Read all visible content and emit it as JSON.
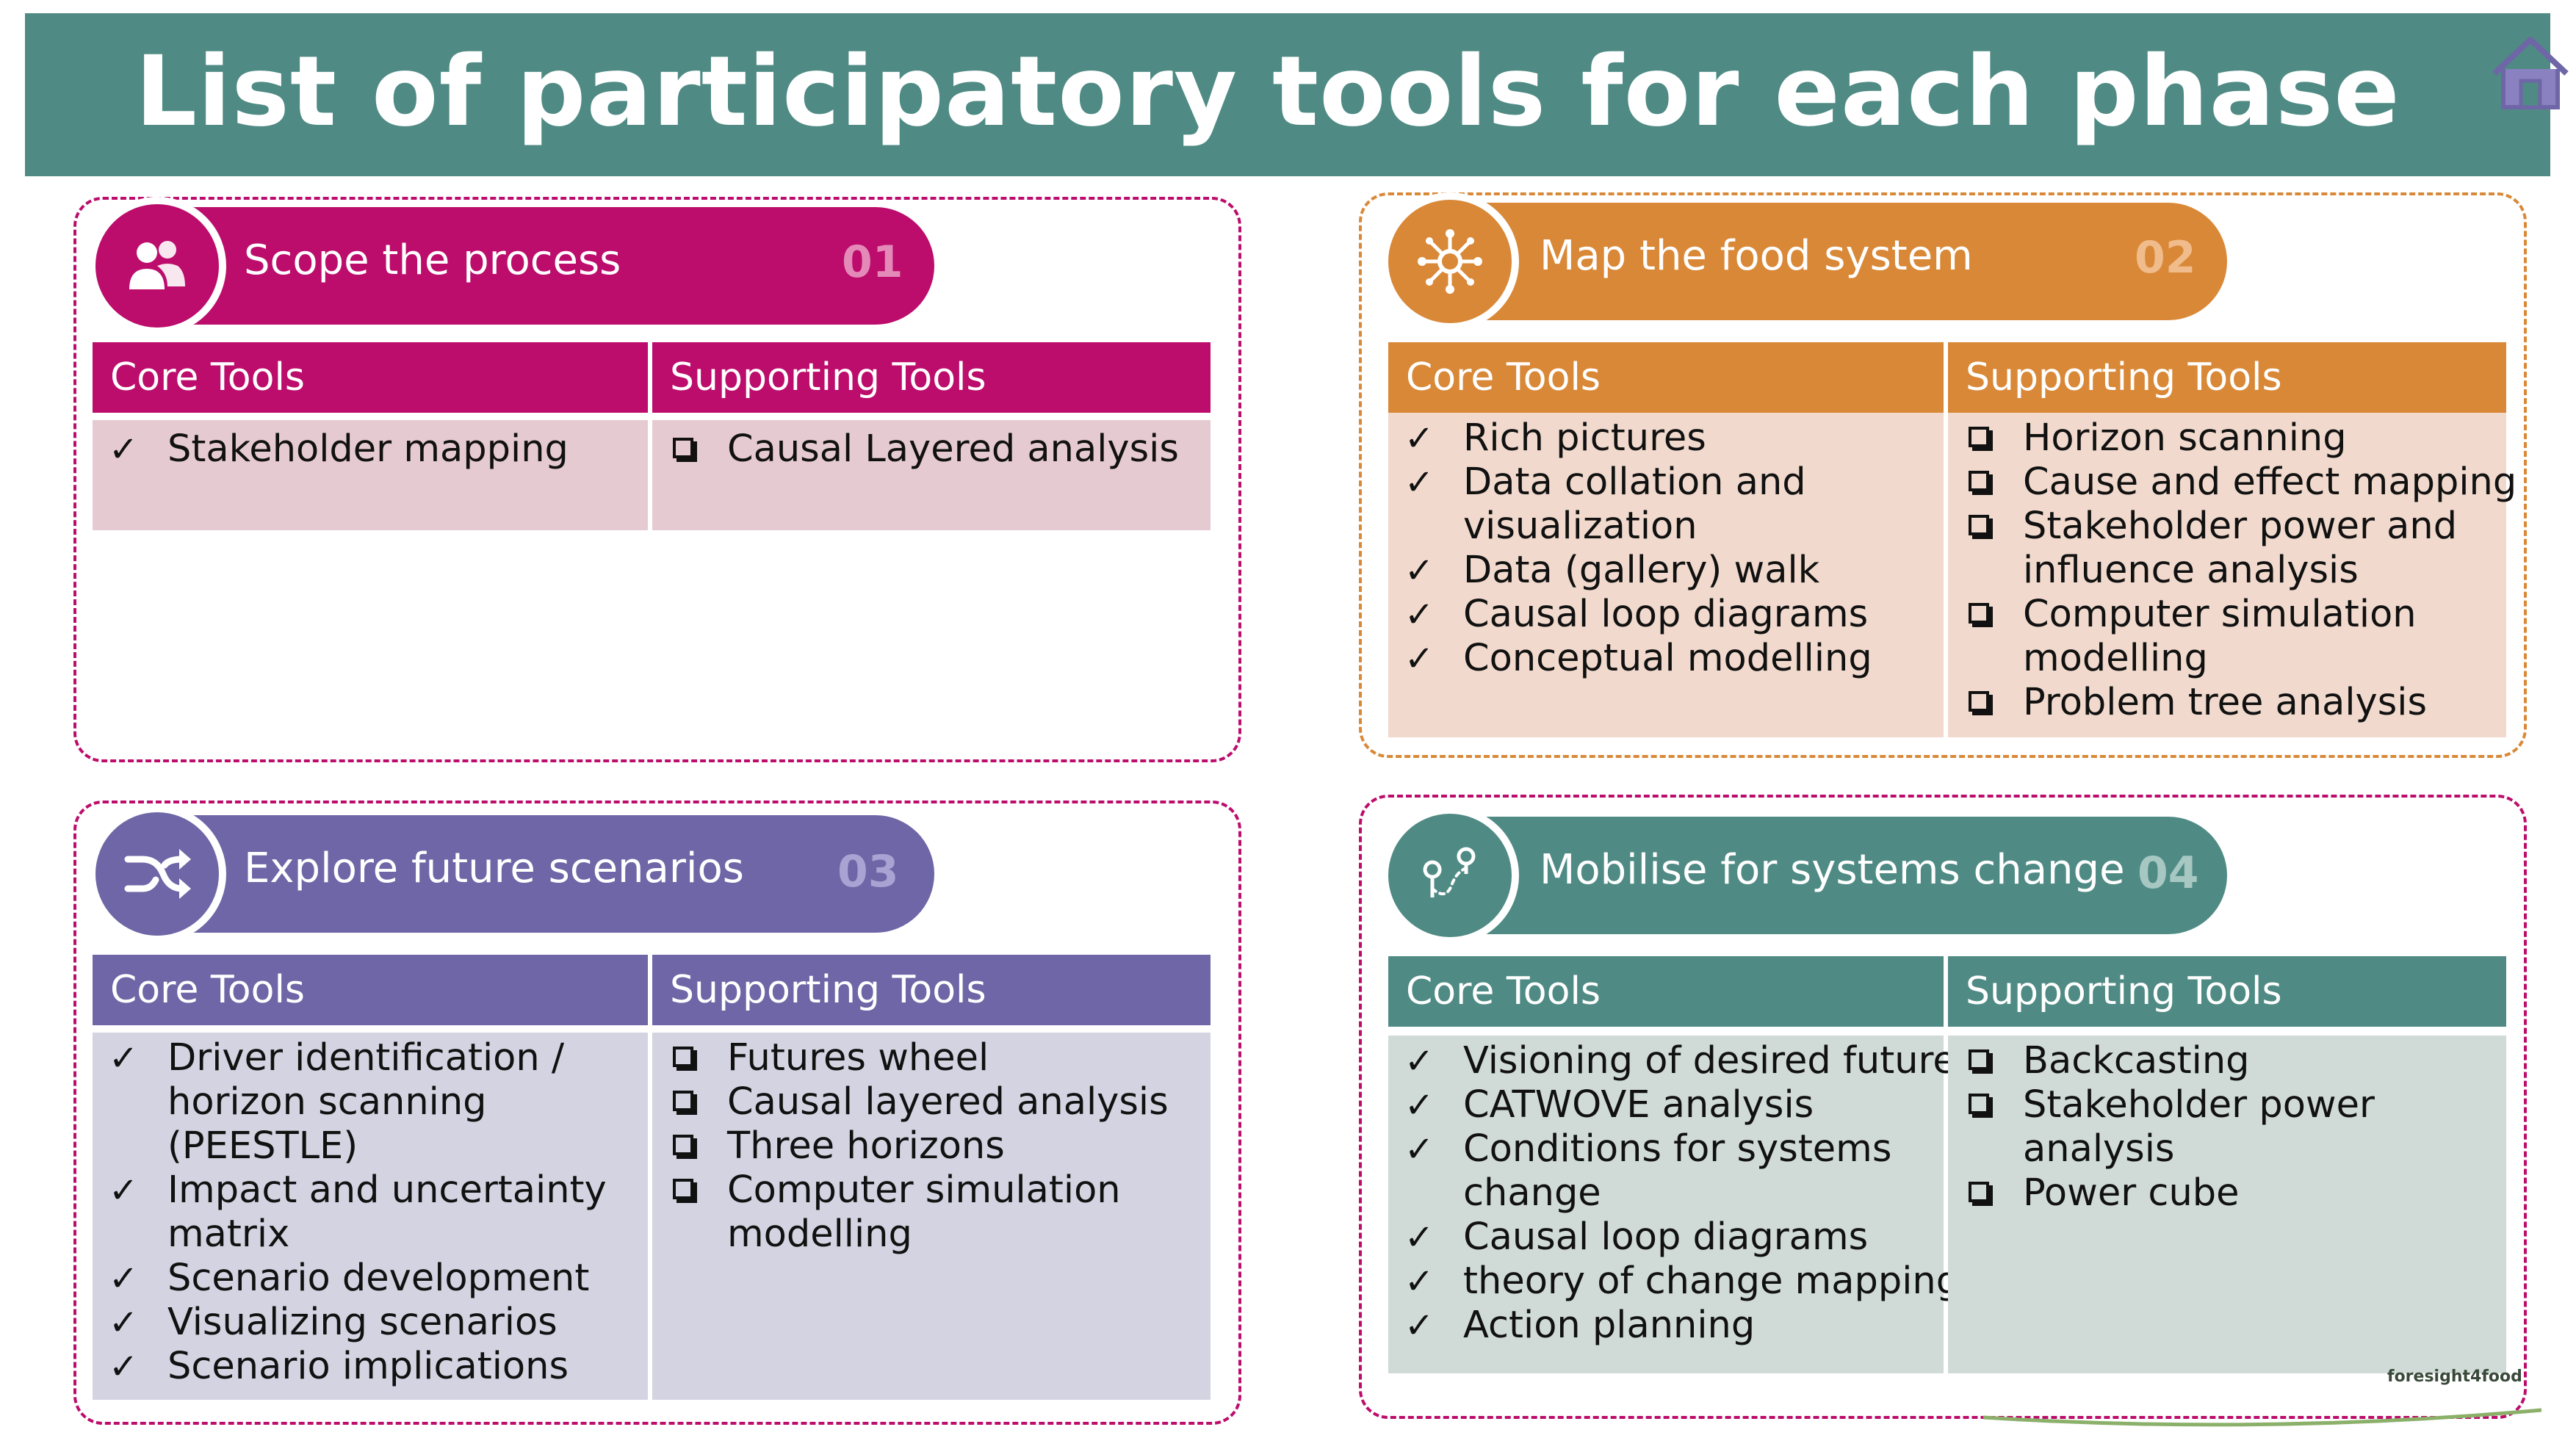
{
  "title": "List of participatory tools for each phase",
  "colors": {
    "header": "#4f8b84",
    "phase1": "#bc0c6c",
    "phase1_light": "#e6cad2",
    "phase2": "#d98837",
    "phase2_light": "#f1dacd",
    "phase3": "#6e66a6",
    "phase3_light": "#d4d3e1",
    "phase4": "#4f8b84",
    "phase4_light": "#d0dbd7"
  },
  "nav": {
    "home_icon": "home-icon"
  },
  "phases": [
    {
      "title": "Scope the process",
      "number": "01",
      "icon": "people-icon",
      "core_header": "Core Tools",
      "supporting_header": "Supporting Tools",
      "core": [
        "Stakeholder mapping"
      ],
      "supporting": [
        "Causal Layered analysis"
      ]
    },
    {
      "title": "Map the food system",
      "number": "02",
      "icon": "network-icon",
      "core_header": "Core Tools",
      "supporting_header": "Supporting Tools",
      "core": [
        "Rich pictures",
        "Data collation and",
        "visualization",
        "Data (gallery) walk",
        "Causal loop diagrams",
        "Conceptual modelling"
      ],
      "supporting": [
        "Horizon scanning",
        "Cause and effect mapping",
        "Stakeholder power and",
        "influence analysis",
        "Computer simulation",
        "modelling",
        "Problem tree analysis"
      ]
    },
    {
      "title": "Explore future scenarios",
      "number": "03",
      "icon": "shuffle-icon",
      "core_header": "Core Tools",
      "supporting_header": "Supporting Tools",
      "core": [
        "Driver identification /",
        "horizon scanning",
        "(PEESTLE)",
        "Impact and uncertainty",
        "matrix",
        "Scenario development",
        "Visualizing scenarios",
        "Scenario implications"
      ],
      "supporting": [
        "Futures wheel",
        "Causal layered analysis",
        "Three horizons",
        "Computer simulation",
        "modelling"
      ]
    },
    {
      "title": "Mobilise for systems change",
      "number": "04",
      "icon": "route-icon",
      "core_header": "Core Tools",
      "supporting_header": "Supporting Tools",
      "core": [
        "Visioning of desired future",
        "CATWOVE analysis",
        "Conditions for systems",
        "change",
        "Causal loop diagrams",
        "theory of change mapping",
        "Action planning"
      ],
      "supporting": [
        "Backcasting",
        "Stakeholder power",
        "analysis",
        "Power cube"
      ]
    }
  ],
  "markers": {
    "check": "✓"
  },
  "logo": {
    "text": "foresight4food"
  }
}
